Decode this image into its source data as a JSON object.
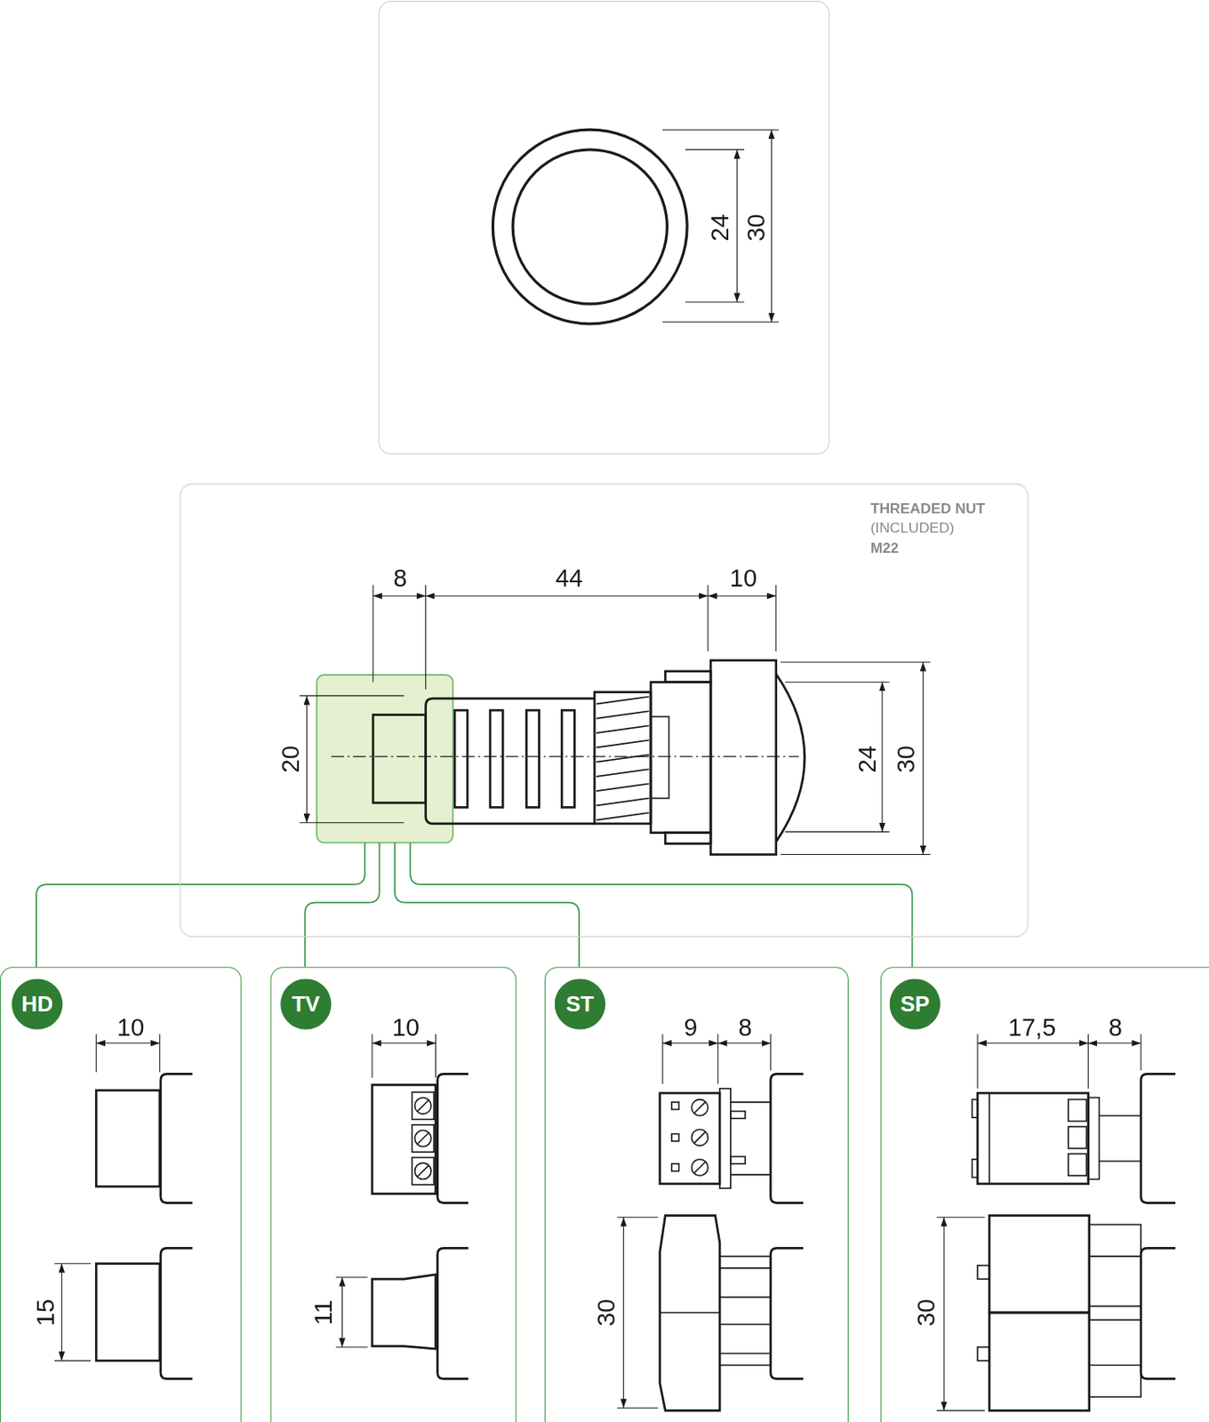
{
  "diagram": {
    "nodes": [
      {
        "text": [
          "24",
          "30"
        ]
      },
      {
        "text": [
          "THREADED NUT",
          "(INCLUDED)",
          "M22",
          "8",
          "44",
          "10",
          "20",
          "24",
          "30"
        ]
      },
      {
        "text": [
          "10",
          "15"
        ]
      },
      {
        "text": [
          "HD"
        ],
        "in": 2
      },
      {
        "text": [
          "10",
          "11"
        ]
      },
      {
        "text": [
          "TV"
        ],
        "in": 4
      },
      {
        "text": [
          "9",
          "8",
          "30"
        ]
      },
      {
        "text": [
          "ST"
        ],
        "in": 6
      },
      {
        "text": [
          "17,5",
          "8",
          "30"
        ]
      },
      {
        "text": [
          "SP"
        ],
        "in": 8
      }
    ],
    "edges": [
      {
        "from": 1,
        "to": 2,
        "arrow": "none"
      },
      {
        "from": 1,
        "to": 4,
        "arrow": "none"
      },
      {
        "from": 1,
        "to": 6,
        "arrow": "none"
      },
      {
        "from": 1,
        "to": 8,
        "arrow": "none"
      }
    ]
  }
}
